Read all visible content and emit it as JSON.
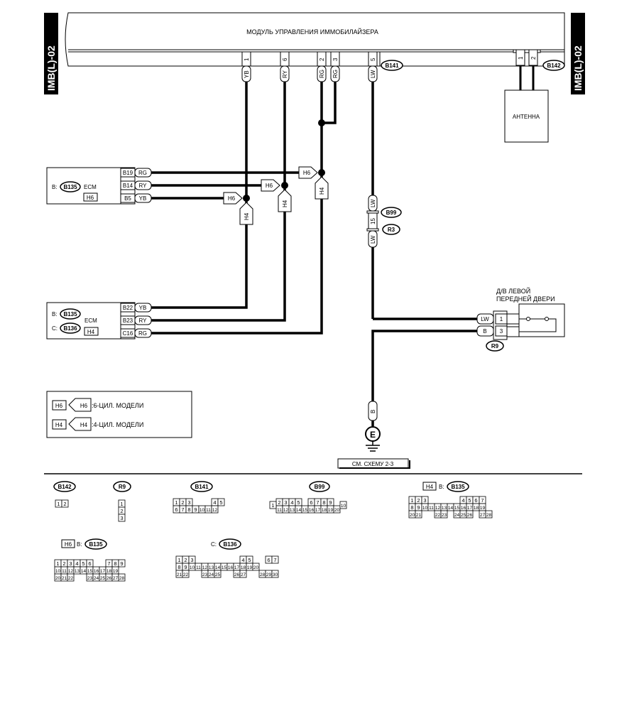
{
  "side_tab": "IMB(L)-02",
  "module": {
    "title": "МОДУЛЬ УПРАВЛЕНИЯ ИММОБИЛАЙЗЕРА",
    "pins": [
      "1",
      "6",
      "2",
      "3",
      "5"
    ],
    "wires": [
      "YB",
      "RY",
      "RG",
      "RG",
      "LW"
    ],
    "connector": "B141"
  },
  "antenna": {
    "label": "АНТЕННА",
    "pins": [
      "1",
      "2"
    ],
    "connector": "B142"
  },
  "ecm_h6": {
    "prefix": "B:",
    "connector": "B135",
    "name": "ECM",
    "model": "H6",
    "terms": [
      "B19",
      "B14",
      "B5"
    ],
    "wires": [
      "RG",
      "RY",
      "YB"
    ]
  },
  "ecm_h4": {
    "prefixes": [
      "B:",
      "C:"
    ],
    "connectors": [
      "B135",
      "B136"
    ],
    "name": "ECM",
    "model": "H4",
    "terms": [
      "B22",
      "B23",
      "C16"
    ],
    "wires": [
      "YB",
      "RY",
      "RG"
    ]
  },
  "junction_tags": {
    "h6": "H6",
    "h4": "H4"
  },
  "b99": {
    "connector": "B99",
    "connector2": "R3",
    "pin": "15",
    "wire": "LW"
  },
  "door_switch": {
    "label_line1": "Д/В ЛЕВОЙ",
    "label_line2": "ПЕРЕДНЕЙ ДВЕРИ",
    "wires": [
      "LW",
      "B"
    ],
    "pins": [
      "1",
      "3"
    ],
    "connector": "R9"
  },
  "ground": {
    "wire": "B",
    "symbol": "E",
    "ref": "СМ. СХЕМУ 2-3"
  },
  "legend": [
    {
      "tag": "H6",
      "text": ":6-ЦИЛ. МОДЕЛИ"
    },
    {
      "tag": "H4",
      "text": ":4-ЦИЛ. МОДЕЛИ"
    }
  ],
  "connector_views": {
    "b142": {
      "name": "B142",
      "rows": [
        [
          "1",
          "2"
        ]
      ]
    },
    "r9": {
      "name": "R9",
      "rows": [
        [
          "1"
        ],
        [
          "2"
        ],
        [
          "3"
        ]
      ]
    },
    "b141": {
      "name": "B141",
      "rows": [
        [
          "1",
          "2",
          "3",
          "4",
          "5"
        ],
        [
          "6",
          "7",
          "8",
          "9",
          "10",
          "11",
          "12"
        ]
      ]
    },
    "b99": {
      "name": "B99",
      "rows": [
        [
          "1"
        ],
        [
          "2",
          "3",
          "4",
          "5",
          "6",
          "7",
          "8",
          "9"
        ],
        [
          "11",
          "12",
          "13",
          "14",
          "15",
          "16",
          "17",
          "18",
          "19",
          "20"
        ],
        [
          "10"
        ]
      ]
    },
    "b135_h4": {
      "tag": "H4",
      "prefix": "B:",
      "name": "B135",
      "rows": [
        [
          "1",
          "2",
          "3",
          "4",
          "5",
          "6",
          "7"
        ],
        [
          "8",
          "9",
          "10",
          "11",
          "12",
          "13",
          "14",
          "15",
          "16",
          "17",
          "18",
          "19"
        ],
        [
          "20",
          "21",
          "22",
          "23",
          "24",
          "25",
          "26",
          "27",
          "28"
        ]
      ]
    },
    "b135_h6": {
      "tag": "H6",
      "prefix": "B:",
      "name": "B135",
      "rows": [
        [
          "1",
          "2",
          "3",
          "4",
          "5",
          "6",
          "7",
          "8",
          "9"
        ],
        [
          "10",
          "11",
          "12",
          "13",
          "14",
          "15",
          "16",
          "17",
          "18",
          "19"
        ],
        [
          "20",
          "21",
          "22",
          "23",
          "24",
          "25",
          "26",
          "27",
          "28"
        ]
      ]
    },
    "b136": {
      "prefix": "C:",
      "name": "B136",
      "rows": [
        [
          "1",
          "2",
          "3",
          "4",
          "5",
          "6",
          "7"
        ],
        [
          "8",
          "9",
          "10",
          "11",
          "12",
          "13",
          "14",
          "15",
          "16",
          "17",
          "18",
          "19",
          "20"
        ],
        [
          "21",
          "22",
          "23",
          "24",
          "25",
          "26",
          "27",
          "28",
          "29",
          "30"
        ]
      ]
    }
  }
}
